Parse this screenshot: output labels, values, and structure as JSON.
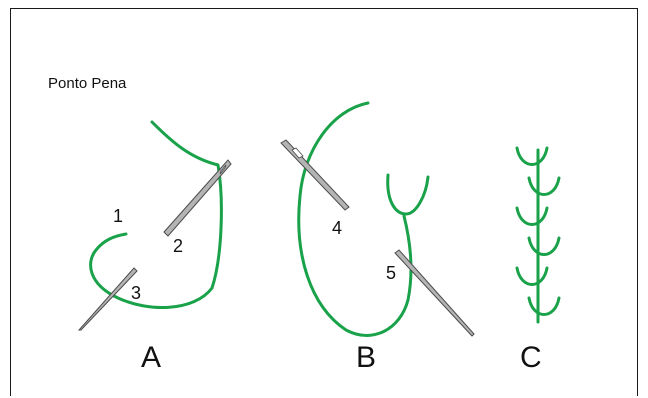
{
  "title": "Ponto Pena",
  "steps": [
    "1",
    "2",
    "3",
    "4",
    "5"
  ],
  "panels": [
    "A",
    "B",
    "C"
  ],
  "colors": {
    "thread": "#19a24a",
    "needle": "#b4b4b4",
    "frame": "#1a1a1a"
  }
}
